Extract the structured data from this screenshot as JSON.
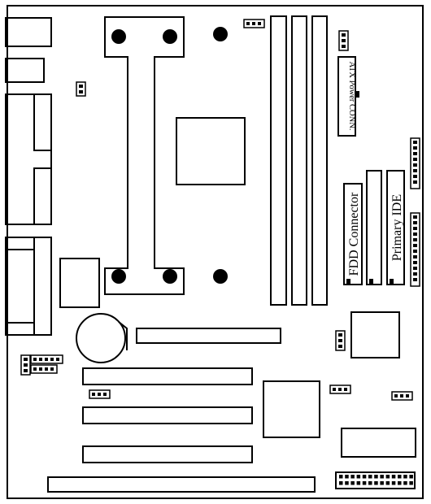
{
  "labels": {
    "atx_power": "ATX Power CONN.",
    "fdd": "FDD Connector",
    "primary_ide": "Primary IDE"
  },
  "colors": {
    "ink": "#000000",
    "paper": "#ffffff"
  }
}
